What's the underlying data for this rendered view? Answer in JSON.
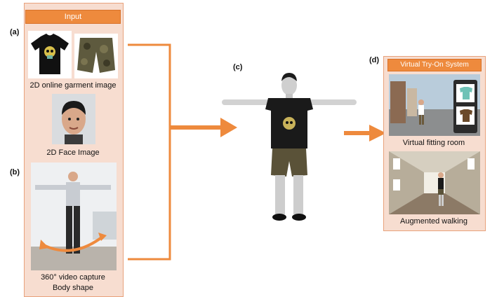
{
  "input_panel": {
    "header": "Input",
    "label_a": "(a)",
    "label_b": "(b)",
    "garment_caption": "2D online garment image",
    "face_caption": "2D Face Image",
    "video_caption_line1": "360° video capture",
    "video_caption_line2": "Body shape"
  },
  "middle": {
    "label_c": "(c)"
  },
  "output_panel": {
    "label_d": "(d)",
    "header": "Virtual Try-On System",
    "room_caption": "Virtual fitting room",
    "walk_caption": "Augmented walking"
  },
  "colors": {
    "accent": "#ee8a3d",
    "panel_fill": "#f7ddd0"
  }
}
